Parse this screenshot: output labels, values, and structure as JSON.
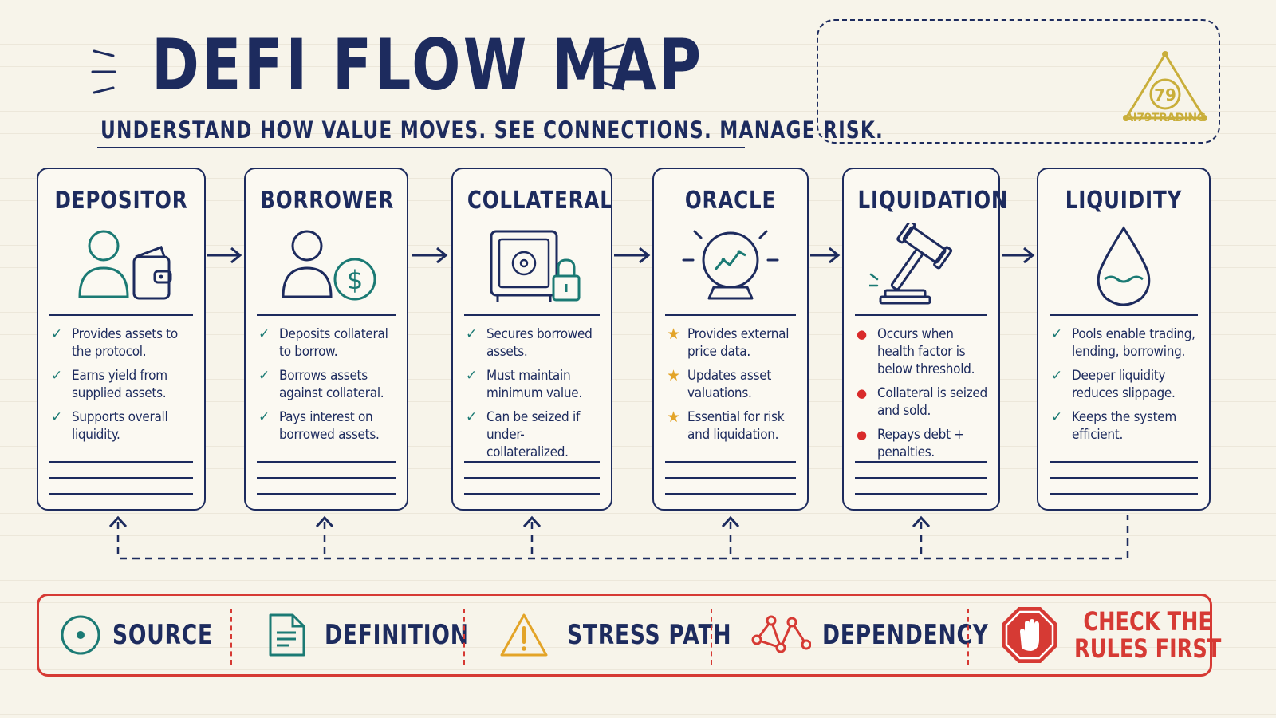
{
  "header": {
    "title": "DEFI FLOW MAP",
    "subtitle": "UNDERSTAND HOW VALUE MOVES. SEE CONNECTIONS. MANAGE RISK."
  },
  "logo": {
    "name": "AI79TRADING",
    "badge": "79"
  },
  "cards": [
    {
      "title": "DEPOSITOR",
      "icon": "person-wallet-icon",
      "bullet_style": "check",
      "bullets": [
        "Provides assets to the protocol.",
        "Earns yield from supplied assets.",
        "Supports overall liquidity."
      ]
    },
    {
      "title": "BORROWER",
      "icon": "person-dollar-icon",
      "bullet_style": "check",
      "bullets": [
        "Deposits collateral to borrow.",
        "Borrows assets against collateral.",
        "Pays interest on borrowed assets."
      ]
    },
    {
      "title": "COLLATERAL",
      "icon": "safe-lock-icon",
      "bullet_style": "check",
      "bullets": [
        "Secures borrowed assets.",
        "Must maintain minimum value.",
        "Can be seized if under-collateralized."
      ]
    },
    {
      "title": "ORACLE",
      "icon": "crystal-ball-chart-icon",
      "bullet_style": "star",
      "bullets": [
        "Provides external price data.",
        "Updates asset valuations.",
        "Essential for risk and liquidation."
      ]
    },
    {
      "title": "LIQUIDATION",
      "icon": "gavel-icon",
      "bullet_style": "dot",
      "bullets": [
        "Occurs when health factor is below threshold.",
        "Collateral is seized and sold.",
        "Repays debt + penalties."
      ]
    },
    {
      "title": "LIQUIDITY",
      "icon": "water-drop-icon",
      "bullet_style": "check",
      "bullets": [
        "Pools enable trading, lending, borrowing.",
        "Deeper liquidity reduces slippage.",
        "Keeps the system efficient."
      ]
    }
  ],
  "legend": {
    "source": "SOURCE",
    "definition": "DEFINITION",
    "stress_path": "STRESS PATH",
    "dependency": "DEPENDENCY",
    "stop_line1": "CHECK THE",
    "stop_line2": "RULES FIRST"
  },
  "colors": {
    "navy": "#1d2b5e",
    "teal": "#1b7a74",
    "red": "#d63a34",
    "gold": "#e3a428",
    "logo_gold": "#c9ae3a"
  }
}
